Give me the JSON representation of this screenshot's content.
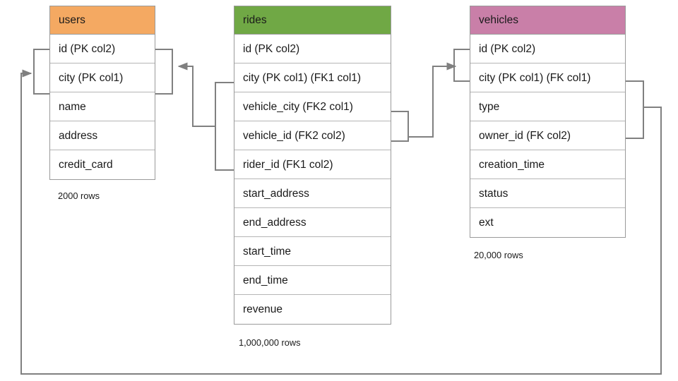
{
  "diagram": {
    "title_hidden": "",
    "colors": {
      "users_header": "#F4A962",
      "rides_header": "#70A845",
      "vehicles_header": "#C97FA8",
      "line": "#808080",
      "border": "#9a9a9a"
    },
    "tables": [
      {
        "name": "users",
        "header_color": "#F4A962",
        "row_count_label": "2000 rows",
        "columns": [
          "id (PK col2)",
          "city (PK col1)",
          "name",
          "address",
          "credit_card"
        ]
      },
      {
        "name": "rides",
        "header_color": "#70A845",
        "row_count_label": "1,000,000 rows",
        "columns": [
          "id (PK col2)",
          "city (PK col1) (FK1 col1)",
          "vehicle_city (FK2 col1)",
          "vehicle_id (FK2 col2)",
          "rider_id (FK1 col2)",
          "start_address",
          "end_address",
          "start_time",
          "end_time",
          "revenue"
        ]
      },
      {
        "name": "vehicles",
        "header_color": "#C97FA8",
        "row_count_label": "20,000 rows",
        "columns": [
          "id (PK col2)",
          "city (PK col1) (FK col1)",
          "type",
          "owner_id (FK col2)",
          "creation_time",
          "status",
          "ext"
        ]
      }
    ],
    "relationships": [
      {
        "name": "rides-fk1-to-users",
        "from_table": "rides",
        "from_columns": [
          "city (PK col1) (FK1 col1)",
          "rider_id (FK1 col2)"
        ],
        "to_table": "users",
        "to_columns": [
          "id (PK col2)",
          "city (PK col1)"
        ],
        "arrow_at": "users"
      },
      {
        "name": "rides-fk2-to-vehicles",
        "from_table": "rides",
        "from_columns": [
          "vehicle_city (FK2 col1)",
          "vehicle_id (FK2 col2)"
        ],
        "to_table": "vehicles",
        "to_columns": [
          "id (PK col2)",
          "city (PK col1) (FK col1)"
        ],
        "arrow_at": "vehicles"
      },
      {
        "name": "vehicles-fk-to-users",
        "from_table": "vehicles",
        "from_columns": [
          "city (PK col1) (FK col1)",
          "owner_id (FK col2)"
        ],
        "to_table": "users",
        "to_columns": [
          "id (PK col2)",
          "city (PK col1)"
        ],
        "arrow_at": "users"
      }
    ]
  }
}
